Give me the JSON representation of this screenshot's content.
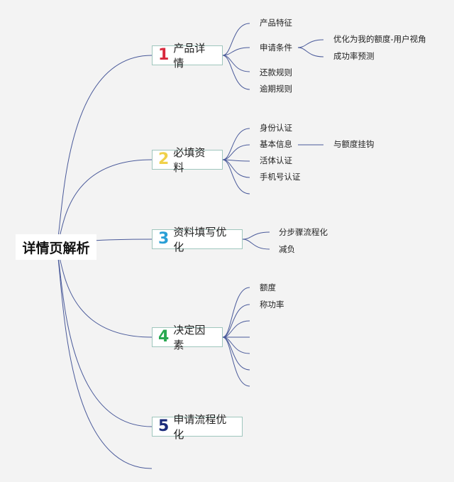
{
  "root": "详情页解析",
  "colors": {
    "line": "#4a5a9a",
    "topic_border": "#9fc6bd",
    "num_1": "#d8283c",
    "num_2": "#f0d14a",
    "num_3": "#2a9fd6",
    "num_4": "#28a850",
    "num_5": "#1b2b7a"
  },
  "topics": [
    {
      "num": "1",
      "label": "产品详情",
      "children": [
        {
          "label": "产品特征"
        },
        {
          "label": "申请条件",
          "children": [
            {
              "label": "优化为我的额度-用户视角"
            },
            {
              "label": "成功率预测"
            }
          ]
        },
        {
          "label": "还款规则"
        },
        {
          "label": "逾期规则"
        }
      ]
    },
    {
      "num": "2",
      "label": "必填资料",
      "children": [
        {
          "label": "身份认证"
        },
        {
          "label": "基本信息",
          "children": [
            {
              "label": "与额度挂钩"
            }
          ]
        },
        {
          "label": "活体认证"
        },
        {
          "label": "手机号认证"
        },
        {
          "label": ""
        }
      ]
    },
    {
      "num": "3",
      "label": "资料填写优化",
      "children": [
        {
          "label": "分步骤流程化"
        },
        {
          "label": "减负"
        }
      ]
    },
    {
      "num": "4",
      "label": "决定因素",
      "children": [
        {
          "label": "额度"
        },
        {
          "label": "称功率"
        },
        {
          "label": ""
        },
        {
          "label": ""
        },
        {
          "label": ""
        },
        {
          "label": ""
        }
      ]
    },
    {
      "num": "5",
      "label": "申请流程优化",
      "children": []
    },
    {
      "num": "",
      "label": "",
      "children": []
    }
  ]
}
